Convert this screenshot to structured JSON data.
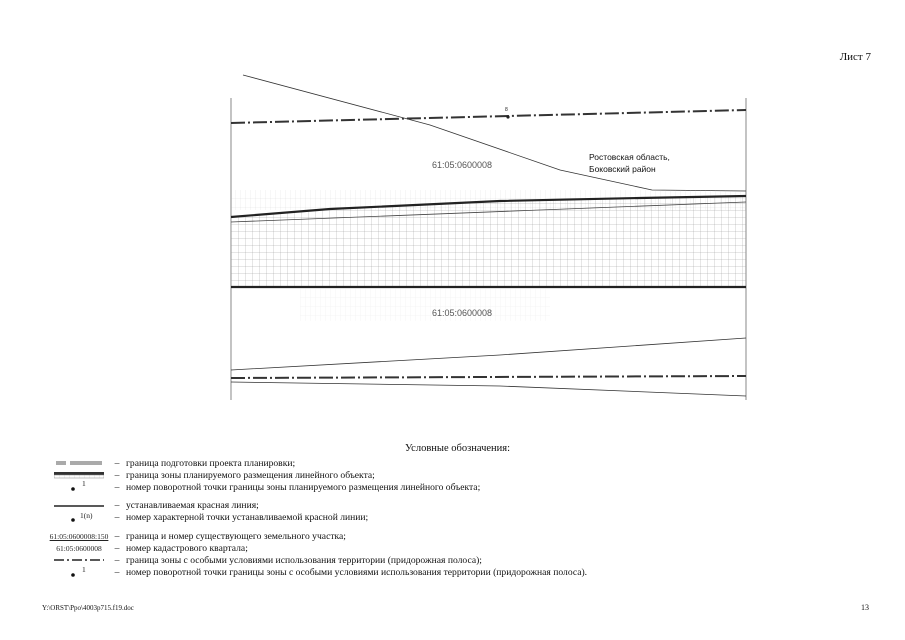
{
  "sheet": {
    "label": "Лист 7"
  },
  "map": {
    "region_label_line1": "Ростовская область,",
    "region_label_line2": "Боковский район",
    "quarter_top": "61:05:0600008",
    "quarter_bottom": "61:05:0600008",
    "top_point": "8"
  },
  "legend": {
    "title": "Условные обозначения:",
    "items": [
      {
        "symbol_text": "",
        "desc": "граница подготовки проекта планировки;"
      },
      {
        "symbol_text": "",
        "desc": "граница зоны планируемого размещения линейного объекта;"
      },
      {
        "symbol_text": "1",
        "desc": "номер поворотной точки границы зоны планируемого размещения линейного объекта;"
      },
      {
        "symbol_text": "",
        "desc": "устанавливаемая красная линия;"
      },
      {
        "symbol_text": "1(n)",
        "desc": "номер характерной точки устанавливаемой красной линии;"
      },
      {
        "symbol_text": "61:05:0600008:150",
        "desc": "граница и номер существующего земельного участка;"
      },
      {
        "symbol_text": "61:05:0600008",
        "desc": "номер кадастрового квартала;"
      },
      {
        "symbol_text": "",
        "desc": "граница зоны с особыми условиями использования территории (придорожная полоса);"
      },
      {
        "symbol_text": "1",
        "desc": "номер поворотной точки границы зоны с особыми условиями использования территории (придорожная полоса)."
      }
    ],
    "separator": "–"
  },
  "footer": {
    "path": "Y:\\ORST\\Ppo\\4003p715.f19.doc",
    "page": "13"
  }
}
